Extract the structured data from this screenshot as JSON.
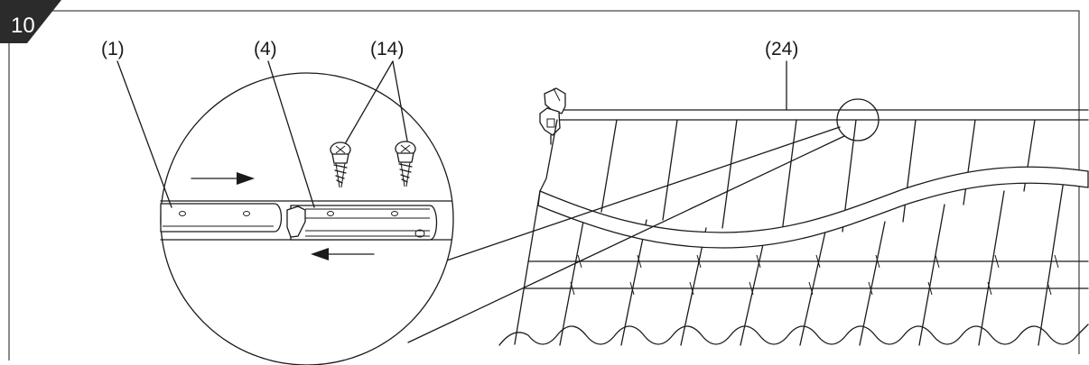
{
  "step": {
    "number": "10"
  },
  "callouts": [
    {
      "id": "profile",
      "text": "(1)"
    },
    {
      "id": "connector",
      "text": "(4)"
    },
    {
      "id": "screws",
      "text": "(14)"
    },
    {
      "id": "awning",
      "text": "(24)"
    }
  ],
  "colors": {
    "line": "#1a1a1a",
    "badge": "#2b2b2b",
    "background": "#ffffff"
  }
}
